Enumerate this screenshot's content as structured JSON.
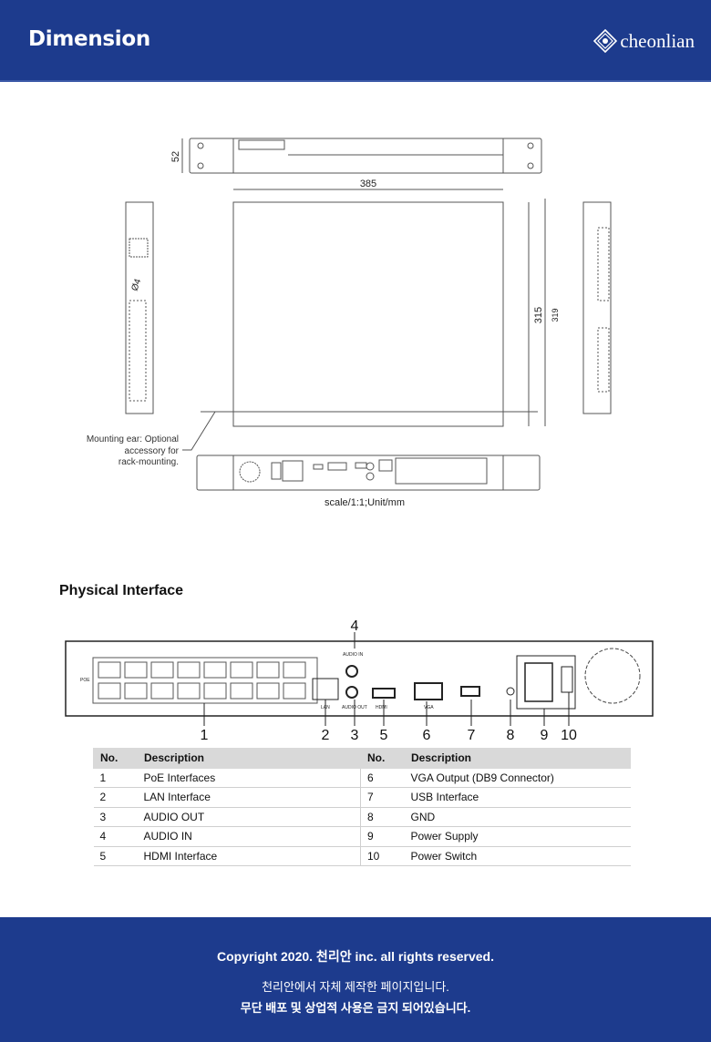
{
  "header": {
    "title": "Dimension",
    "brand": "cheonlian"
  },
  "drawing": {
    "dim_height": "52",
    "dim_width": "385",
    "dim_depth_inner": "315",
    "dim_depth_outer": "319",
    "dim_hole": "Ø4",
    "mounting_note": [
      "Mounting ear: Optional",
      "accessory for",
      "rack-mounting."
    ],
    "scale": "scale/1:1;Unit/mm"
  },
  "physical": {
    "title": "Physical Interface",
    "port_labels": {
      "poe": "POE",
      "audio_in": "AUDIO IN",
      "lan": "LAN",
      "audio_out": "AUDIO OUT",
      "hdmi": "HDMI",
      "vga": "VGA"
    },
    "callouts": [
      "1",
      "2",
      "3",
      "4",
      "5",
      "6",
      "7",
      "8",
      "9",
      "10"
    ]
  },
  "table": {
    "headers": [
      "No.",
      "Description",
      "No.",
      "Description"
    ],
    "rows": [
      [
        "1",
        "PoE Interfaces",
        "6",
        "VGA Output (DB9 Connector)"
      ],
      [
        "2",
        "LAN Interface",
        "7",
        "USB Interface"
      ],
      [
        "3",
        "AUDIO OUT",
        "8",
        "GND"
      ],
      [
        "4",
        "AUDIO IN",
        "9",
        "Power Supply"
      ],
      [
        "5",
        "HDMI Interface",
        "10",
        "Power Switch"
      ]
    ]
  },
  "footer": {
    "copyright": "Copyright 2020. 천리안 inc. all rights reserved.",
    "line1": "천리안에서 자체 제작한 페이지입니다.",
    "line2": "무단 배포 및 상업적 사용은 금지 되어있습니다."
  }
}
